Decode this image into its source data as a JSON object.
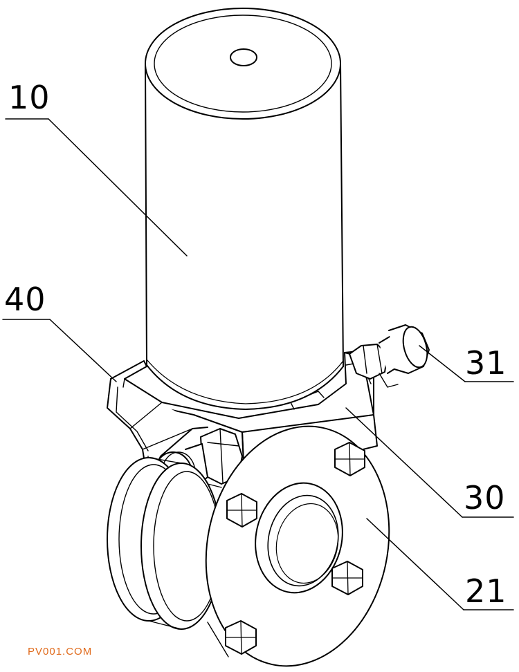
{
  "labels": {
    "part_10": "10",
    "part_40": "40",
    "part_31": "31",
    "part_30": "30",
    "part_21": "21"
  },
  "watermark": "PV001.COM",
  "colors": {
    "line": "#000000",
    "background": "#ffffff",
    "watermark": "#e06a1b"
  }
}
